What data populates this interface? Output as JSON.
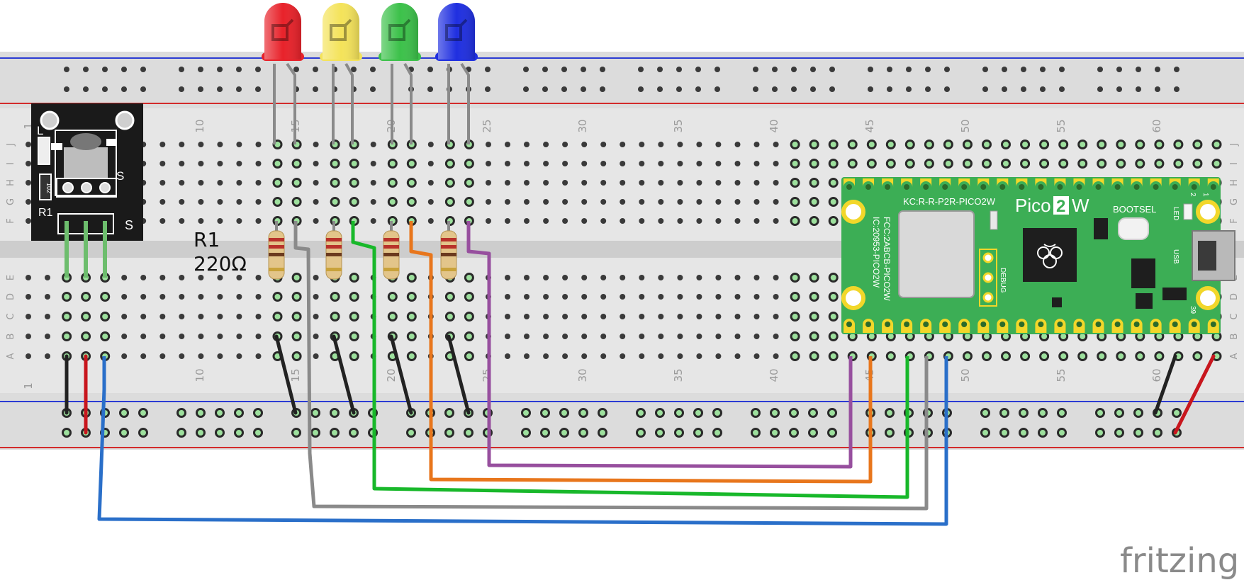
{
  "breadboard": {
    "column_numbers": [
      "10",
      "15",
      "20",
      "25",
      "30",
      "35",
      "40",
      "45",
      "50",
      "55",
      "60"
    ],
    "top_row_letters": [
      "J",
      "I",
      "H",
      "G",
      "F"
    ],
    "bottom_row_letters": [
      "E",
      "D",
      "C",
      "B",
      "A"
    ],
    "start_column_label": "1"
  },
  "ir_module": {
    "label_l": "L",
    "label_s_top": "S",
    "label_s_pins": "S",
    "label_r1": "R1",
    "resistor_code": "102"
  },
  "resistor_label": {
    "name": "R1",
    "value": "220Ω"
  },
  "leds": [
    {
      "color": "red",
      "fill": "#e8222a"
    },
    {
      "color": "yellow",
      "fill": "#f4e35a"
    },
    {
      "color": "green",
      "fill": "#3cc14a"
    },
    {
      "color": "blue",
      "fill": "#1f2fe0"
    }
  ],
  "pico": {
    "product_name_left": "Pico",
    "product_name_num": "2",
    "product_name_right": "W",
    "bootsel": "BOOTSEL",
    "kc_marking": "KC:R-R-P2R-PICO2W",
    "fcc_marking": "FCC:2ABCB-PICO2W",
    "ic_marking": "IC:20953-PICO2W",
    "debug": "DEBUG",
    "usb": "USB",
    "led": "LED",
    "pin_1": "1",
    "pin_2": "2",
    "pin_39": "39"
  },
  "wire_colors": {
    "gray": "#8a8a8a",
    "green": "#18b82a",
    "orange": "#e8761c",
    "purple": "#974f9e",
    "blue": "#2a6fc9",
    "black": "#222222",
    "red": "#c8161d"
  },
  "watermark": "fritzing"
}
